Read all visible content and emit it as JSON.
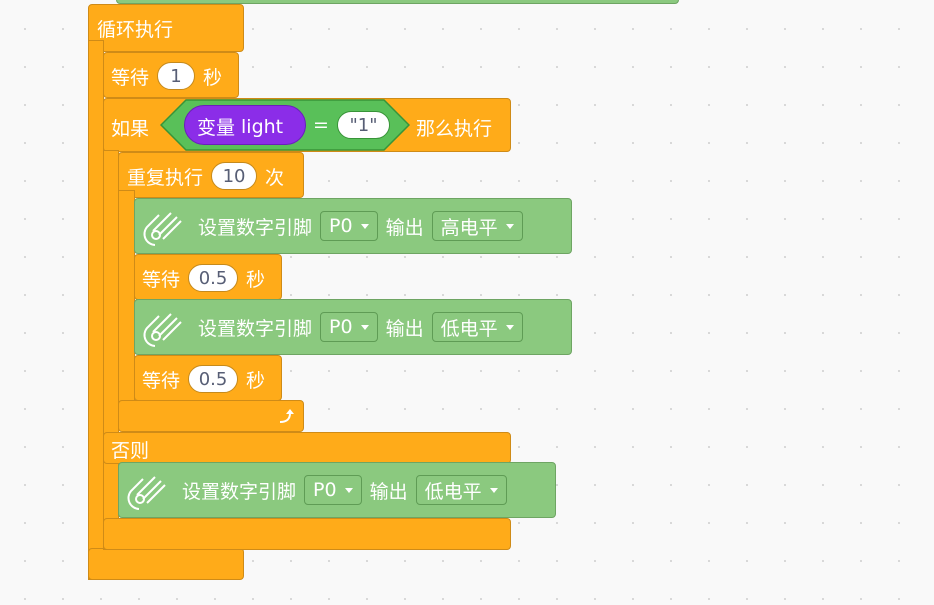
{
  "loop": {
    "label": "循环执行"
  },
  "wait_top": {
    "label": "等待",
    "value": "1",
    "unit": "秒"
  },
  "if_block": {
    "if_label": "如果",
    "var_prefix": "变量",
    "var_name": "light",
    "op": "=",
    "compare_value": "\"1\"",
    "then_label": "那么执行",
    "else_label": "否则"
  },
  "repeat": {
    "label": "重复执行",
    "count": "10",
    "unit": "次"
  },
  "pin_blocks": [
    {
      "label": "设置数字引脚",
      "pin": "P0",
      "out_label": "输出",
      "level": "高电平"
    },
    {
      "label": "设置数字引脚",
      "pin": "P0",
      "out_label": "输出",
      "level": "低电平"
    },
    {
      "label": "设置数字引脚",
      "pin": "P0",
      "out_label": "输出",
      "level": "低电平"
    }
  ],
  "waits": [
    {
      "label": "等待",
      "value": "0.5",
      "unit": "秒"
    },
    {
      "label": "等待",
      "value": "0.5",
      "unit": "秒"
    }
  ],
  "icons": {
    "pin_block": "magnet-wand-icon",
    "loop_end": "repeat-arrow-icon",
    "dropdown": "caret-down-icon"
  },
  "colors": {
    "control": "#ffab19",
    "pin": "#8bc97f",
    "variable": "#8b2de8",
    "operator": "#59c059"
  }
}
